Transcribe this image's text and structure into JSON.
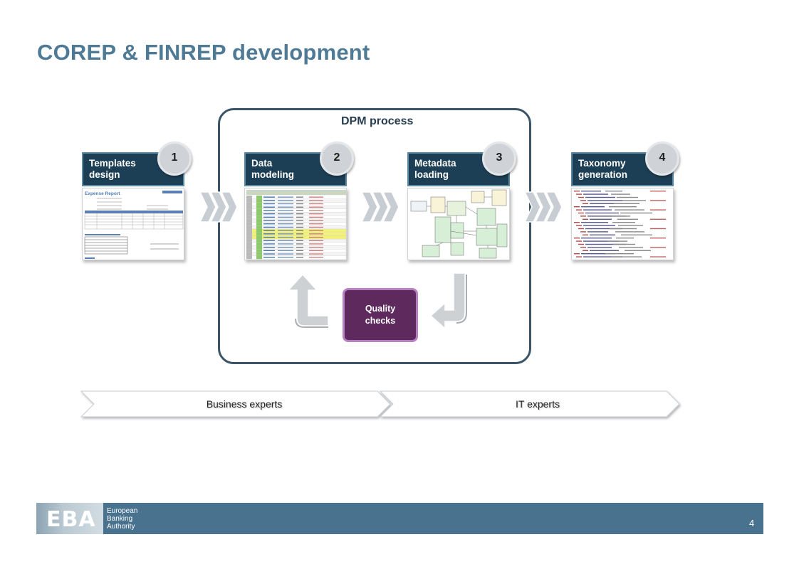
{
  "title": "COREP & FINREP development",
  "dpm_process": {
    "label": "DPM process"
  },
  "steps": [
    {
      "number": "1",
      "label": "Templates design"
    },
    {
      "number": "2",
      "label": "Data modeling"
    },
    {
      "number": "3",
      "label": "Metadata loading"
    },
    {
      "number": "4",
      "label": "Taxonomy generation"
    }
  ],
  "quality_checks": "Quality checks",
  "bands": [
    {
      "label": "Business experts"
    },
    {
      "label": "IT experts"
    }
  ],
  "footer": {
    "logo": "EBA",
    "org_line1": "European",
    "org_line2": "Banking",
    "org_line3": "Authority",
    "page_number": "4"
  },
  "thumbnail_texts": {
    "expense_report": "Expense Report"
  },
  "colors": {
    "title": "#4f7a96",
    "step_box": "#1d3f55",
    "dpm_border": "#3b5468",
    "quality_fill": "#5e2a5e",
    "footer_bar": "#49728e"
  }
}
